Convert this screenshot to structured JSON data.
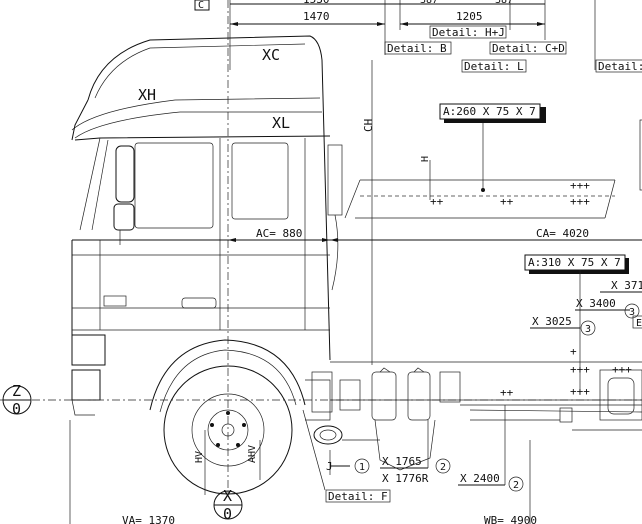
{
  "dimensions": {
    "top_left_partial": "1530",
    "top_value": "1470",
    "top_right_small_a": "387",
    "top_right_small_b": "387",
    "top_right_value": "1205",
    "ac": "AC= 880",
    "ca": "CA= 4020",
    "va": "VA= 1370",
    "wb": "WB= 4900",
    "x_1765": "X 1765",
    "x_1776r": "X 1776R",
    "x_2400": "X 2400",
    "x_3025": "X 3025",
    "x_3400": "X 3400",
    "x_371": "X 371"
  },
  "cab_labels": {
    "xc": "XC",
    "xh": "XH",
    "xl": "XL",
    "ch": "CH",
    "h": "H",
    "hv": "HV",
    "ahv": "AHV",
    "j": "J",
    "c": "C"
  },
  "details": {
    "b": "Detail: B",
    "hj": "Detail: H+J",
    "co": "Detail: C+D",
    "l": "Detail: L",
    "f": "Detail: F",
    "right_partial": "Detail: "
  },
  "profiles": {
    "upper": "A:260 X 75 X 7",
    "lower": "A:310 X 75 X 7"
  },
  "axes": {
    "z": "Z",
    "z0": "0",
    "x": "X",
    "x0": "0"
  },
  "callouts": {
    "c1": "1",
    "c2a": "2",
    "c2b": "2",
    "c3a": "3",
    "c3b": "3",
    "e_partial": "E"
  }
}
